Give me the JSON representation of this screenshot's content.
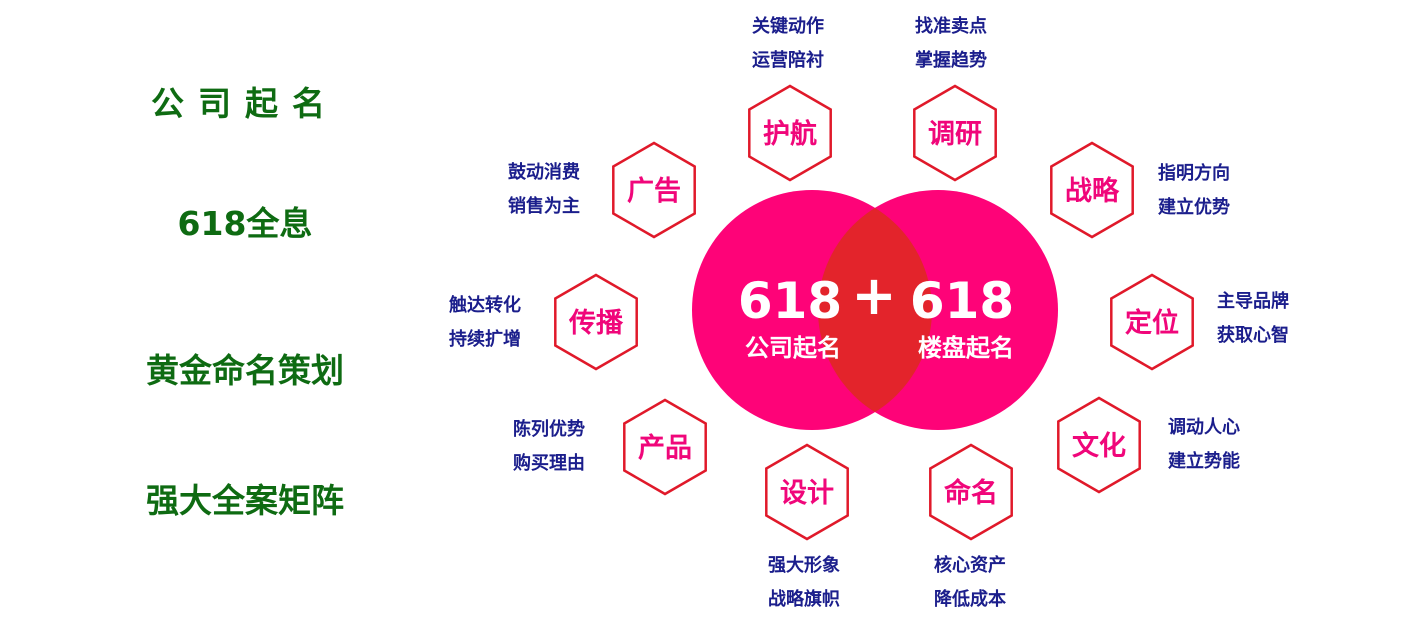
{
  "left_titles": [
    "公司起名",
    "618全息",
    "黄金命名策划",
    "强大全案矩阵"
  ],
  "center": {
    "left_number": "618",
    "left_label": "公司起名",
    "plus": "+",
    "right_number": "618",
    "right_label": "楼盘起名"
  },
  "colors": {
    "circle": "#fe0378",
    "overlap": "#e3242b",
    "hex_stroke": "#e0192a",
    "hex_text": "#f0067a",
    "caption": "#1b1e8c",
    "title": "#0e6b12"
  },
  "nodes": [
    {
      "id": "hunang",
      "label": "护航",
      "lines": [
        "关键动作",
        "运营陪衬"
      ]
    },
    {
      "id": "diaoyan",
      "label": "调研",
      "lines": [
        "找准卖点",
        "掌握趋势"
      ]
    },
    {
      "id": "zhanlue",
      "label": "战略",
      "lines": [
        "指明方向",
        "建立优势"
      ]
    },
    {
      "id": "dingwei",
      "label": "定位",
      "lines": [
        "主导品牌",
        "获取心智"
      ]
    },
    {
      "id": "wenhua",
      "label": "文化",
      "lines": [
        "调动人心",
        "建立势能"
      ]
    },
    {
      "id": "mingming",
      "label": "命名",
      "lines": [
        "核心资产",
        "降低成本"
      ]
    },
    {
      "id": "sheji",
      "label": "设计",
      "lines": [
        "强大形象",
        "战略旗帜"
      ]
    },
    {
      "id": "chanpin",
      "label": "产品",
      "lines": [
        "陈列优势",
        "购买理由"
      ]
    },
    {
      "id": "chuanbo",
      "label": "传播",
      "lines": [
        "触达转化",
        "持续扩增"
      ]
    },
    {
      "id": "guanggao",
      "label": "广告",
      "lines": [
        "鼓动消费",
        "销售为主"
      ]
    }
  ]
}
